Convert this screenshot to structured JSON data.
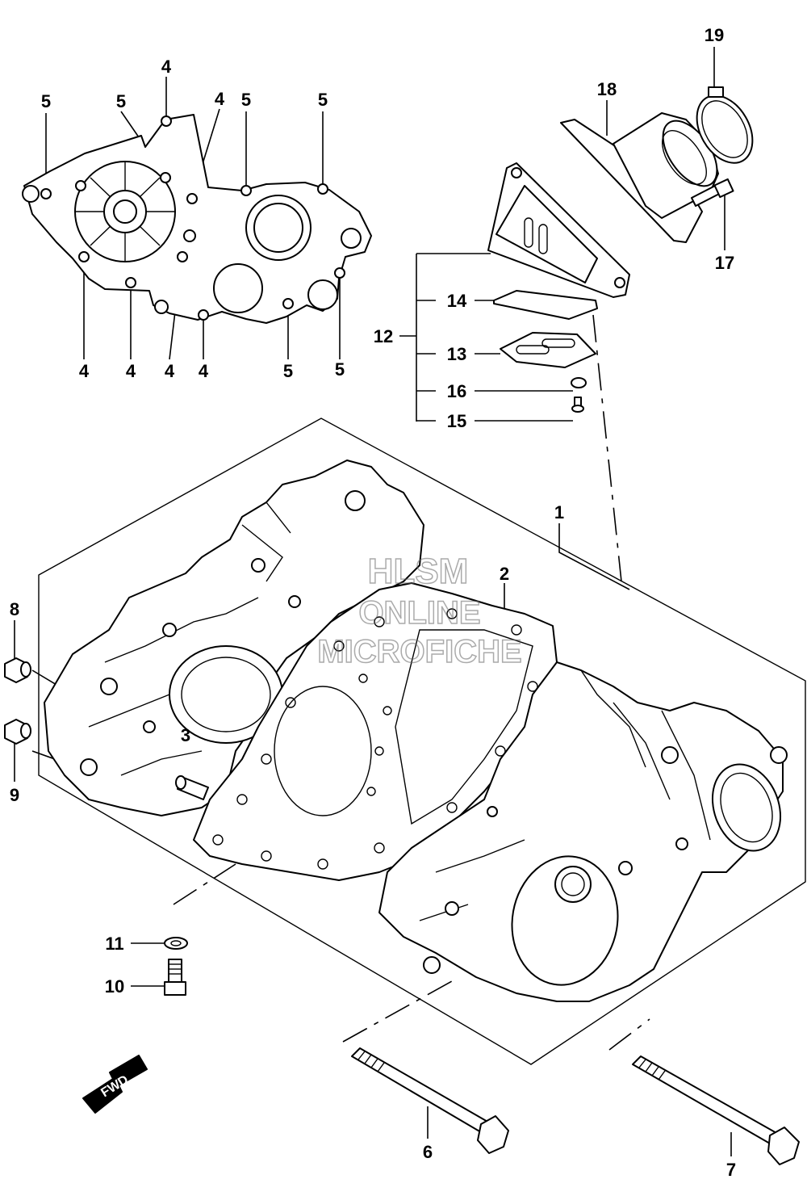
{
  "callouts": {
    "c1": "1",
    "c2": "2",
    "c3": "3",
    "c4a": "4",
    "c4b": "4",
    "c4c": "4",
    "c4d": "4",
    "c4e": "4",
    "c4f": "4",
    "c5a": "5",
    "c5b": "5",
    "c5c": "5",
    "c5d": "5",
    "c5e": "5",
    "c5f": "5",
    "c6": "6",
    "c7": "7",
    "c8": "8",
    "c9": "9",
    "c10": "10",
    "c11": "11",
    "c12": "12",
    "c13": "13",
    "c14": "14",
    "c15": "15",
    "c16": "16",
    "c17": "17",
    "c18": "18",
    "c19": "19"
  },
  "watermark": {
    "line1": "HLSM",
    "line2": "ONLINE",
    "line3": "MICROFICHE"
  },
  "fwd_label": "FWD"
}
